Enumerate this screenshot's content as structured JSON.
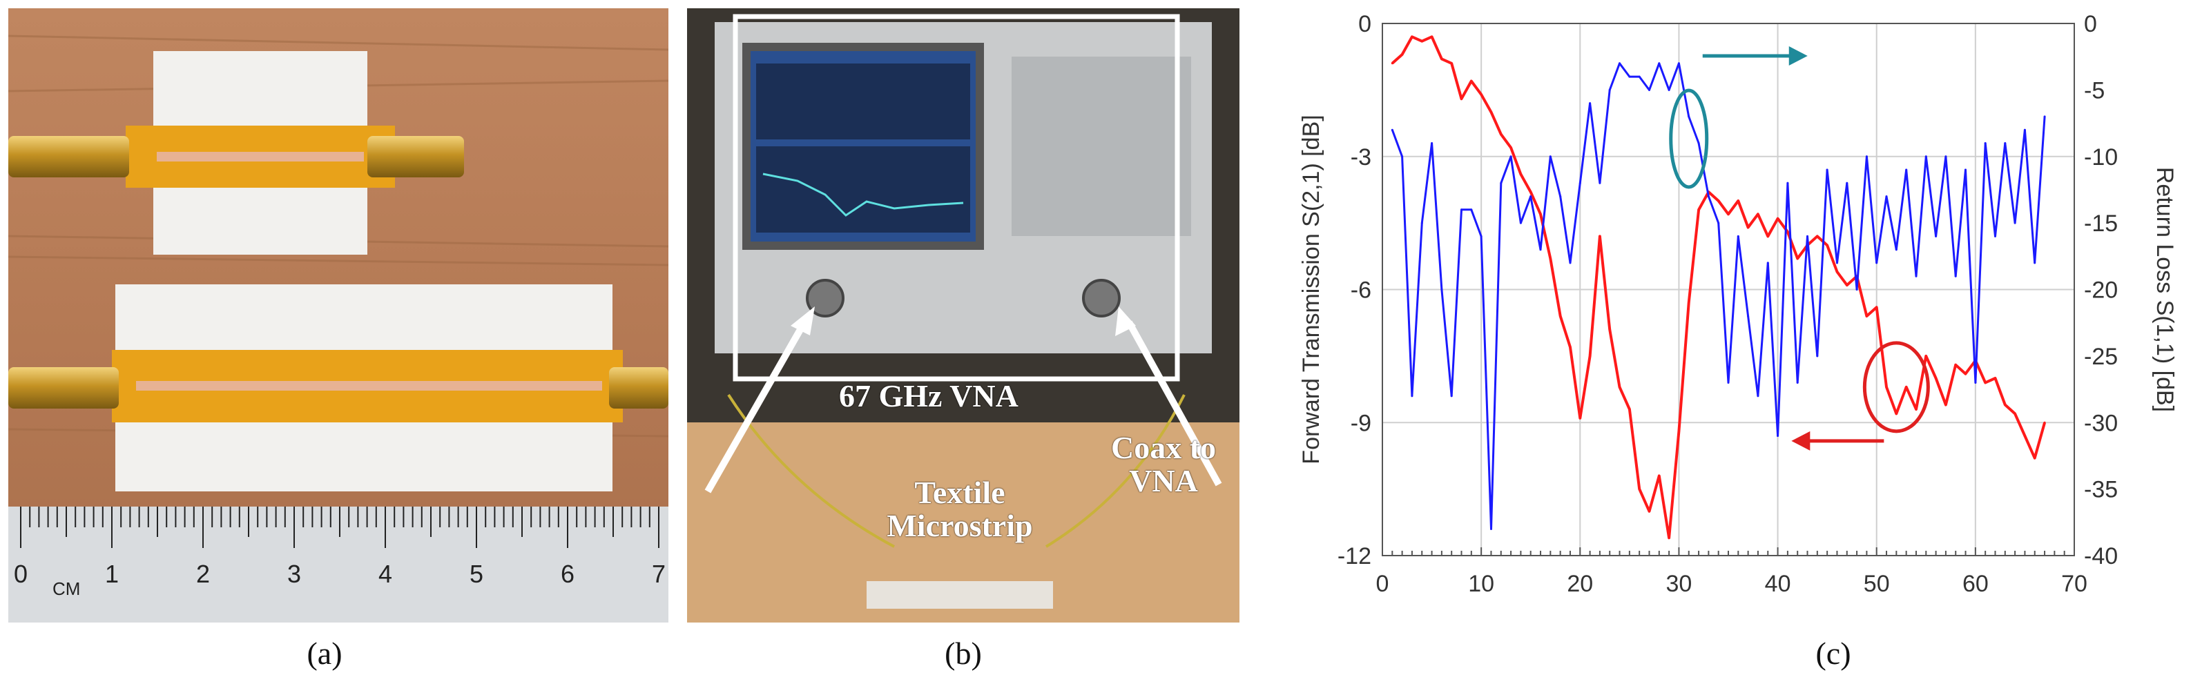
{
  "panels": {
    "a": {
      "caption": "(a)",
      "ruler_unit": "CM",
      "ruler_numbers": [
        "0",
        "1",
        "2",
        "3",
        "4",
        "5",
        "6",
        "7"
      ]
    },
    "b": {
      "caption": "(b)",
      "vna_label": "67 GHz VNA",
      "textile_label": "Textile Microstrip",
      "coax_label": "Coax to VNA"
    },
    "c": {
      "caption": "(c)"
    }
  },
  "chart_data": {
    "type": "line",
    "title": "",
    "xlabel": "",
    "ylabel": "Forward Transmission S(2,1) [dB]",
    "y2label": "Return Loss S(1,1) [dB]",
    "xlim": [
      0,
      70
    ],
    "ylim": [
      -12,
      0
    ],
    "y2lim": [
      -40,
      0
    ],
    "x_ticks": [
      "0",
      "10",
      "20",
      "30",
      "40",
      "50",
      "60",
      "70"
    ],
    "y_ticks": [
      "0",
      "-3",
      "-6",
      "-9",
      "-12"
    ],
    "y2_ticks": [
      "0",
      "-5",
      "-10",
      "-15",
      "-20",
      "-25",
      "-30",
      "-35",
      "-40"
    ],
    "grid": true,
    "colors": {
      "s21": "#ff1a1a",
      "s11": "#1a1aff",
      "arrow_s11": "#1f8a9a",
      "arrow_s21": "#e02020"
    },
    "series": [
      {
        "axis": "left",
        "color": "#ff1a1a",
        "x": [
          1,
          2,
          3,
          4,
          5,
          6,
          7,
          8,
          9,
          10,
          11,
          12,
          13,
          14,
          15,
          16,
          17,
          18,
          19,
          20,
          21,
          22,
          23,
          24,
          25,
          26,
          27,
          28,
          29,
          30,
          31,
          32,
          33,
          34,
          35,
          36,
          37,
          38,
          39,
          40,
          41,
          42,
          43,
          44,
          45,
          46,
          47,
          48,
          49,
          50,
          51,
          52,
          53,
          54,
          55,
          56,
          57,
          58,
          59,
          60,
          61,
          62,
          63,
          64,
          65,
          66,
          67
        ],
        "y": [
          -0.9,
          -0.7,
          -0.3,
          -0.4,
          -0.3,
          -0.8,
          -0.9,
          -1.7,
          -1.3,
          -1.6,
          -2.0,
          -2.5,
          -2.8,
          -3.4,
          -3.8,
          -4.3,
          -5.3,
          -6.6,
          -7.3,
          -8.9,
          -7.5,
          -4.8,
          -6.9,
          -8.2,
          -8.7,
          -10.5,
          -11.0,
          -10.2,
          -11.6,
          -9.2,
          -6.3,
          -4.2,
          -3.8,
          -4.0,
          -4.3,
          -4.0,
          -4.6,
          -4.3,
          -4.8,
          -4.4,
          -4.7,
          -5.3,
          -5.0,
          -4.8,
          -5.0,
          -5.6,
          -5.9,
          -5.7,
          -6.6,
          -6.4,
          -8.2,
          -8.8,
          -8.2,
          -8.7,
          -7.5,
          -8.0,
          -8.6,
          -7.7,
          -7.9,
          -7.6,
          -8.1,
          -8.0,
          -8.6,
          -8.8,
          -9.3,
          -9.8,
          -9.0
        ]
      },
      {
        "axis": "right",
        "color": "#1a1aff",
        "x": [
          1,
          2,
          3,
          4,
          5,
          6,
          7,
          8,
          9,
          10,
          11,
          12,
          13,
          14,
          15,
          16,
          17,
          18,
          19,
          20,
          21,
          22,
          23,
          24,
          25,
          26,
          27,
          28,
          29,
          30,
          31,
          32,
          33,
          34,
          35,
          36,
          37,
          38,
          39,
          40,
          41,
          42,
          43,
          44,
          45,
          46,
          47,
          48,
          49,
          50,
          51,
          52,
          53,
          54,
          55,
          56,
          57,
          58,
          59,
          60,
          61,
          62,
          63,
          64,
          65,
          66,
          67
        ],
        "y": [
          -8,
          -10,
          -28,
          -15,
          -9,
          -20,
          -28,
          -14,
          -14,
          -16,
          -38,
          -12,
          -10,
          -15,
          -13,
          -17,
          -10,
          -13,
          -18,
          -12,
          -6,
          -12,
          -5,
          -3,
          -4,
          -4,
          -5,
          -3,
          -5,
          -3,
          -7,
          -9,
          -13,
          -15,
          -27,
          -16,
          -22,
          -28,
          -18,
          -31,
          -12,
          -27,
          -16,
          -25,
          -11,
          -18,
          -12,
          -20,
          -10,
          -18,
          -13,
          -17,
          -11,
          -19,
          -10,
          -16,
          -10,
          -19,
          -11,
          -27,
          -9,
          -16,
          -9,
          -15,
          -8,
          -18,
          -7
        ]
      }
    ],
    "annotations": [
      {
        "type": "ellipse",
        "x": 31,
        "y_left": -2.6,
        "target": "right-axis"
      },
      {
        "type": "ellipse",
        "x": 52,
        "y_left": -8.2,
        "target": "left-axis"
      }
    ]
  }
}
